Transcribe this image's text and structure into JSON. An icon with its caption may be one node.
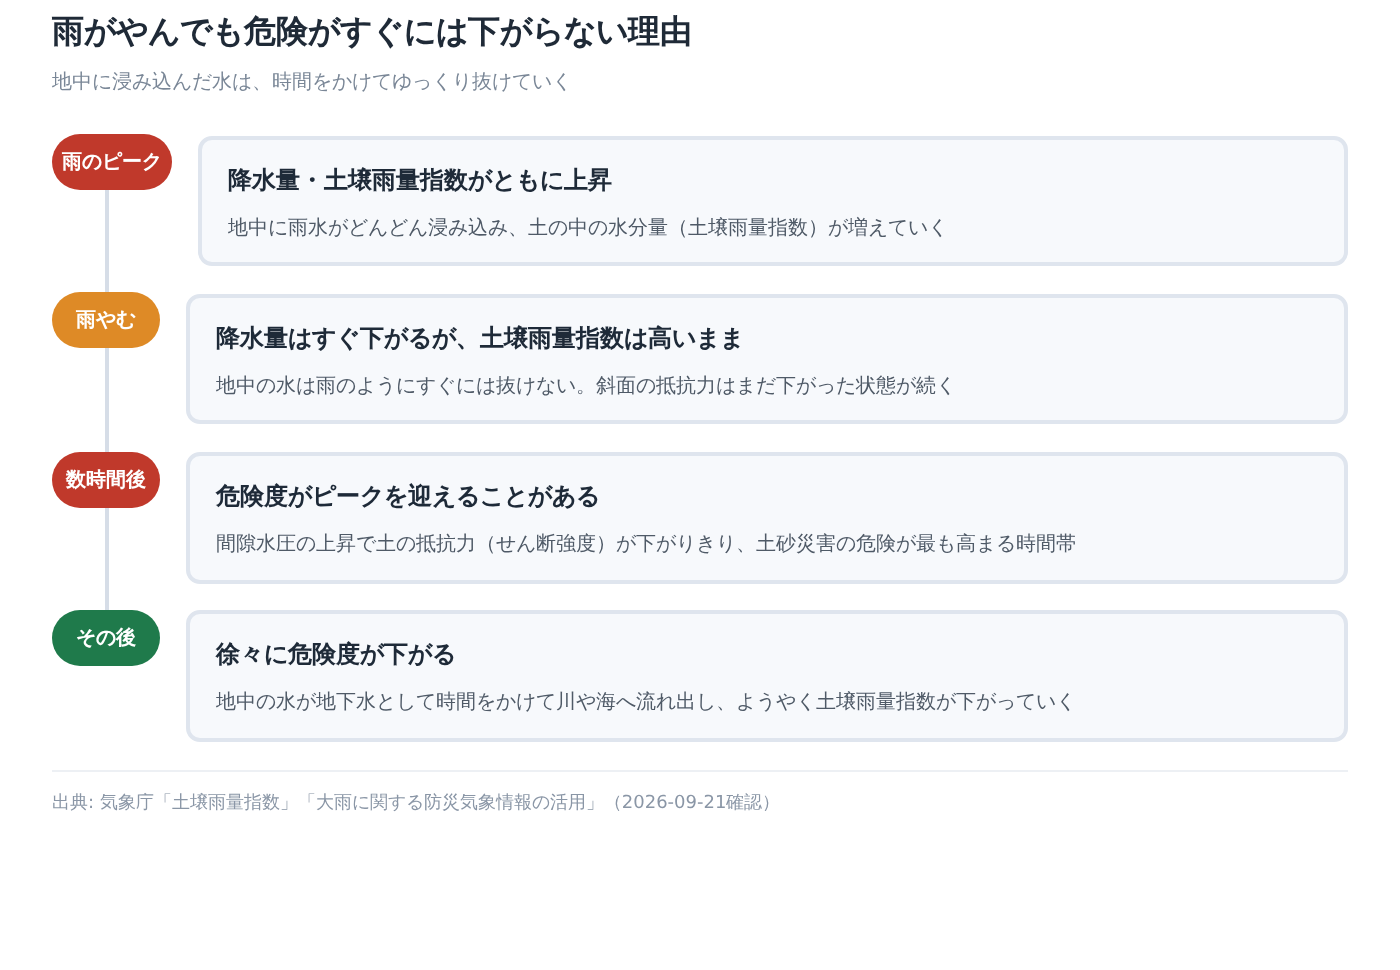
{
  "diagram": {
    "title": "雨がやんでも危険がすぐには下がらない理由",
    "nodes": [
      {
        "text": [
          "雨のピーク"
        ]
      },
      {
        "text": [
          "降水量・土壌雨量指数がともに上昇",
          "地中に雨水がどんどん浸み込み、土の中の水分量（土壌雨量指数）が増えていく"
        ]
      },
      {
        "text": [
          "雨やむ"
        ]
      },
      {
        "text": [
          "降水量はすぐ下がるが、土壌雨量指数は高いまま",
          "地中の水は雨のようにすぐには抜けない。斜面の抵抗力はまだ下がった状態が続く"
        ]
      },
      {
        "text": [
          "数時間後"
        ]
      },
      {
        "text": [
          "危険度がピークを迎えることがある",
          "間隙水圧の上昇で土の抵抗力（せん断強度）が下がりきり、土砂災害の危険が最も高まる時間帯"
        ]
      },
      {
        "text": [
          "その後"
        ]
      },
      {
        "text": [
          "徐々に危険度が下がる",
          "地中の水が地下水として時間をかけて川や海へ流れ出し、ようやく土壌雨量指数が下がっていく"
        ]
      }
    ],
    "edges": [
      {
        "from": 0,
        "to": 2,
        "arrow": "none"
      },
      {
        "from": 2,
        "to": 4,
        "arrow": "none"
      },
      {
        "from": 4,
        "to": 6,
        "arrow": "none"
      }
    ],
    "labels": [
      "地中に浸み込んだ水は、時間をかけてゆっくり抜けていく",
      "出典: 気象庁「土壌雨量指数」「大雨に関する防災気象情報の活用」（2026-09-21確認）"
    ]
  }
}
